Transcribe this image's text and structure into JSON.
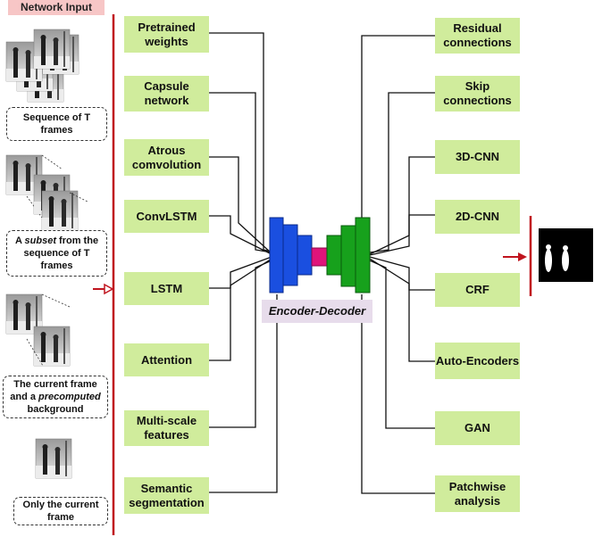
{
  "network_input": {
    "label": "Network Input"
  },
  "inputs": [
    {
      "pre": "Sequence of T frames",
      "em": "",
      "post": ""
    },
    {
      "pre": "A ",
      "em": "subset",
      "post": " from the sequence of T frames"
    },
    {
      "pre": "The current frame and a ",
      "em": "precomputed",
      "post": " background"
    },
    {
      "pre": "Only the current frame",
      "em": "",
      "post": ""
    }
  ],
  "encoder_decoder": {
    "label": "Encoder-Decoder"
  },
  "left_boxes": [
    "Pretrained weights",
    "Capsule network",
    "Atrous comvolution",
    "ConvLSTM",
    "LSTM",
    "Attention",
    "Multi-scale features",
    "Semantic segmentation"
  ],
  "right_boxes": [
    "Residual connections",
    "Skip connections",
    "3D-CNN",
    "2D-CNN",
    "CRF",
    "Auto-Encoders",
    "GAN",
    "Patchwise analysis"
  ],
  "colors": {
    "box": "#d0ec9c",
    "red": "#c0141e",
    "encoder": "#1a4fe0",
    "bottleneck": "#e0147a",
    "decoder": "#17a11c"
  }
}
